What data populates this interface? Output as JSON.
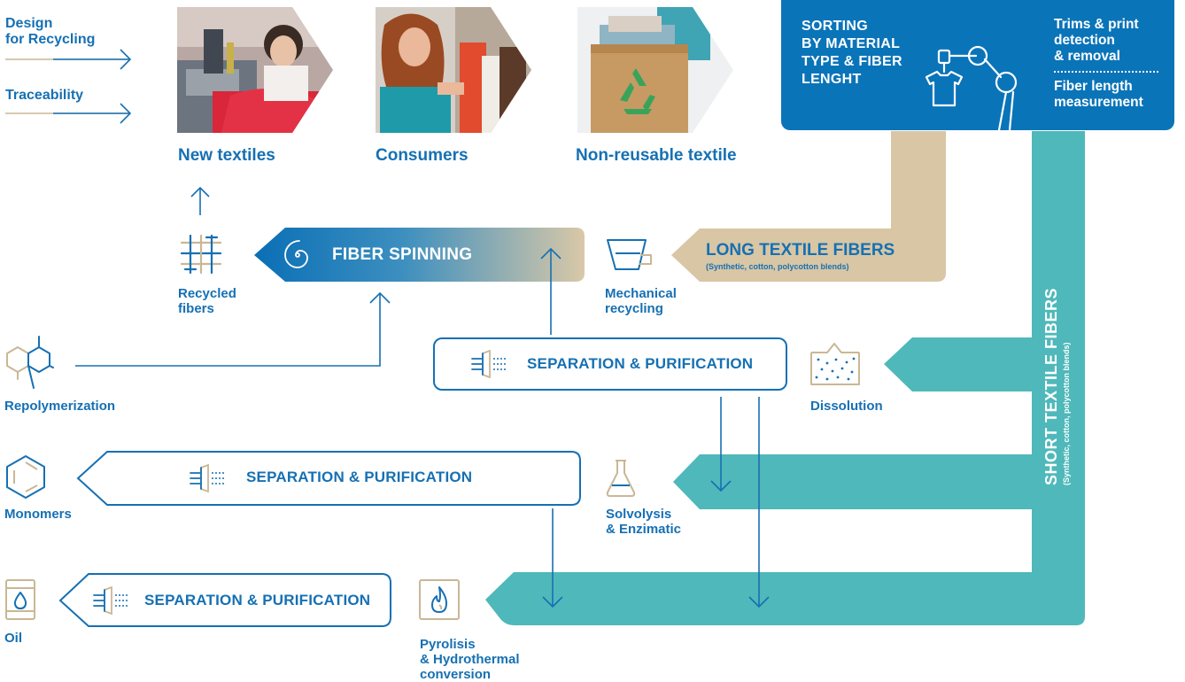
{
  "left_labels": {
    "design": "Design\nfor Recycling",
    "traceability": "Traceability"
  },
  "top": {
    "new_textiles": "New textiles",
    "consumers": "Consumers",
    "non_reusable": "Non-reusable textile"
  },
  "sorting": {
    "title": "SORTING\nBY MATERIAL\nTYPE & FIBER\nLENGHT",
    "trims": "Trims & print\ndetection\n& removal",
    "fiber_length": "Fiber length\nmeasurement"
  },
  "fiber_spinning": "FIBER SPINNING",
  "long_fibers": {
    "title": "LONG TEXTILE FIBERS",
    "subtitle": "(Synthetic, cotton, polycotton blends)"
  },
  "short_fibers": {
    "title": "SHORT TEXTILE FIBERS",
    "subtitle": "(Synthetic, cotton, polycotton blends)"
  },
  "nodes": {
    "recycled_fibers": "Recycled\nfibers",
    "mechanical_recycling": "Mechanical\nrecycling",
    "repolymerization": "Repolymerization",
    "dissolution": "Dissolution",
    "monomers": "Monomers",
    "solvolysis": "Solvolysis\n& Enzimatic",
    "oil": "Oil",
    "pyrolisis": "Pyrolisis\n& Hydrothermal\nconversion"
  },
  "separation": {
    "box1": "SEPARATION & PURIFICATION",
    "box2": "SEPARATION & PURIFICATION",
    "box3": "SEPARATION & PURIFICATION"
  },
  "colors": {
    "blue": "#1670b3",
    "sorting_blue": "#0a74b9",
    "teal": "#4fb8ba",
    "sand": "#d8c6a5"
  }
}
